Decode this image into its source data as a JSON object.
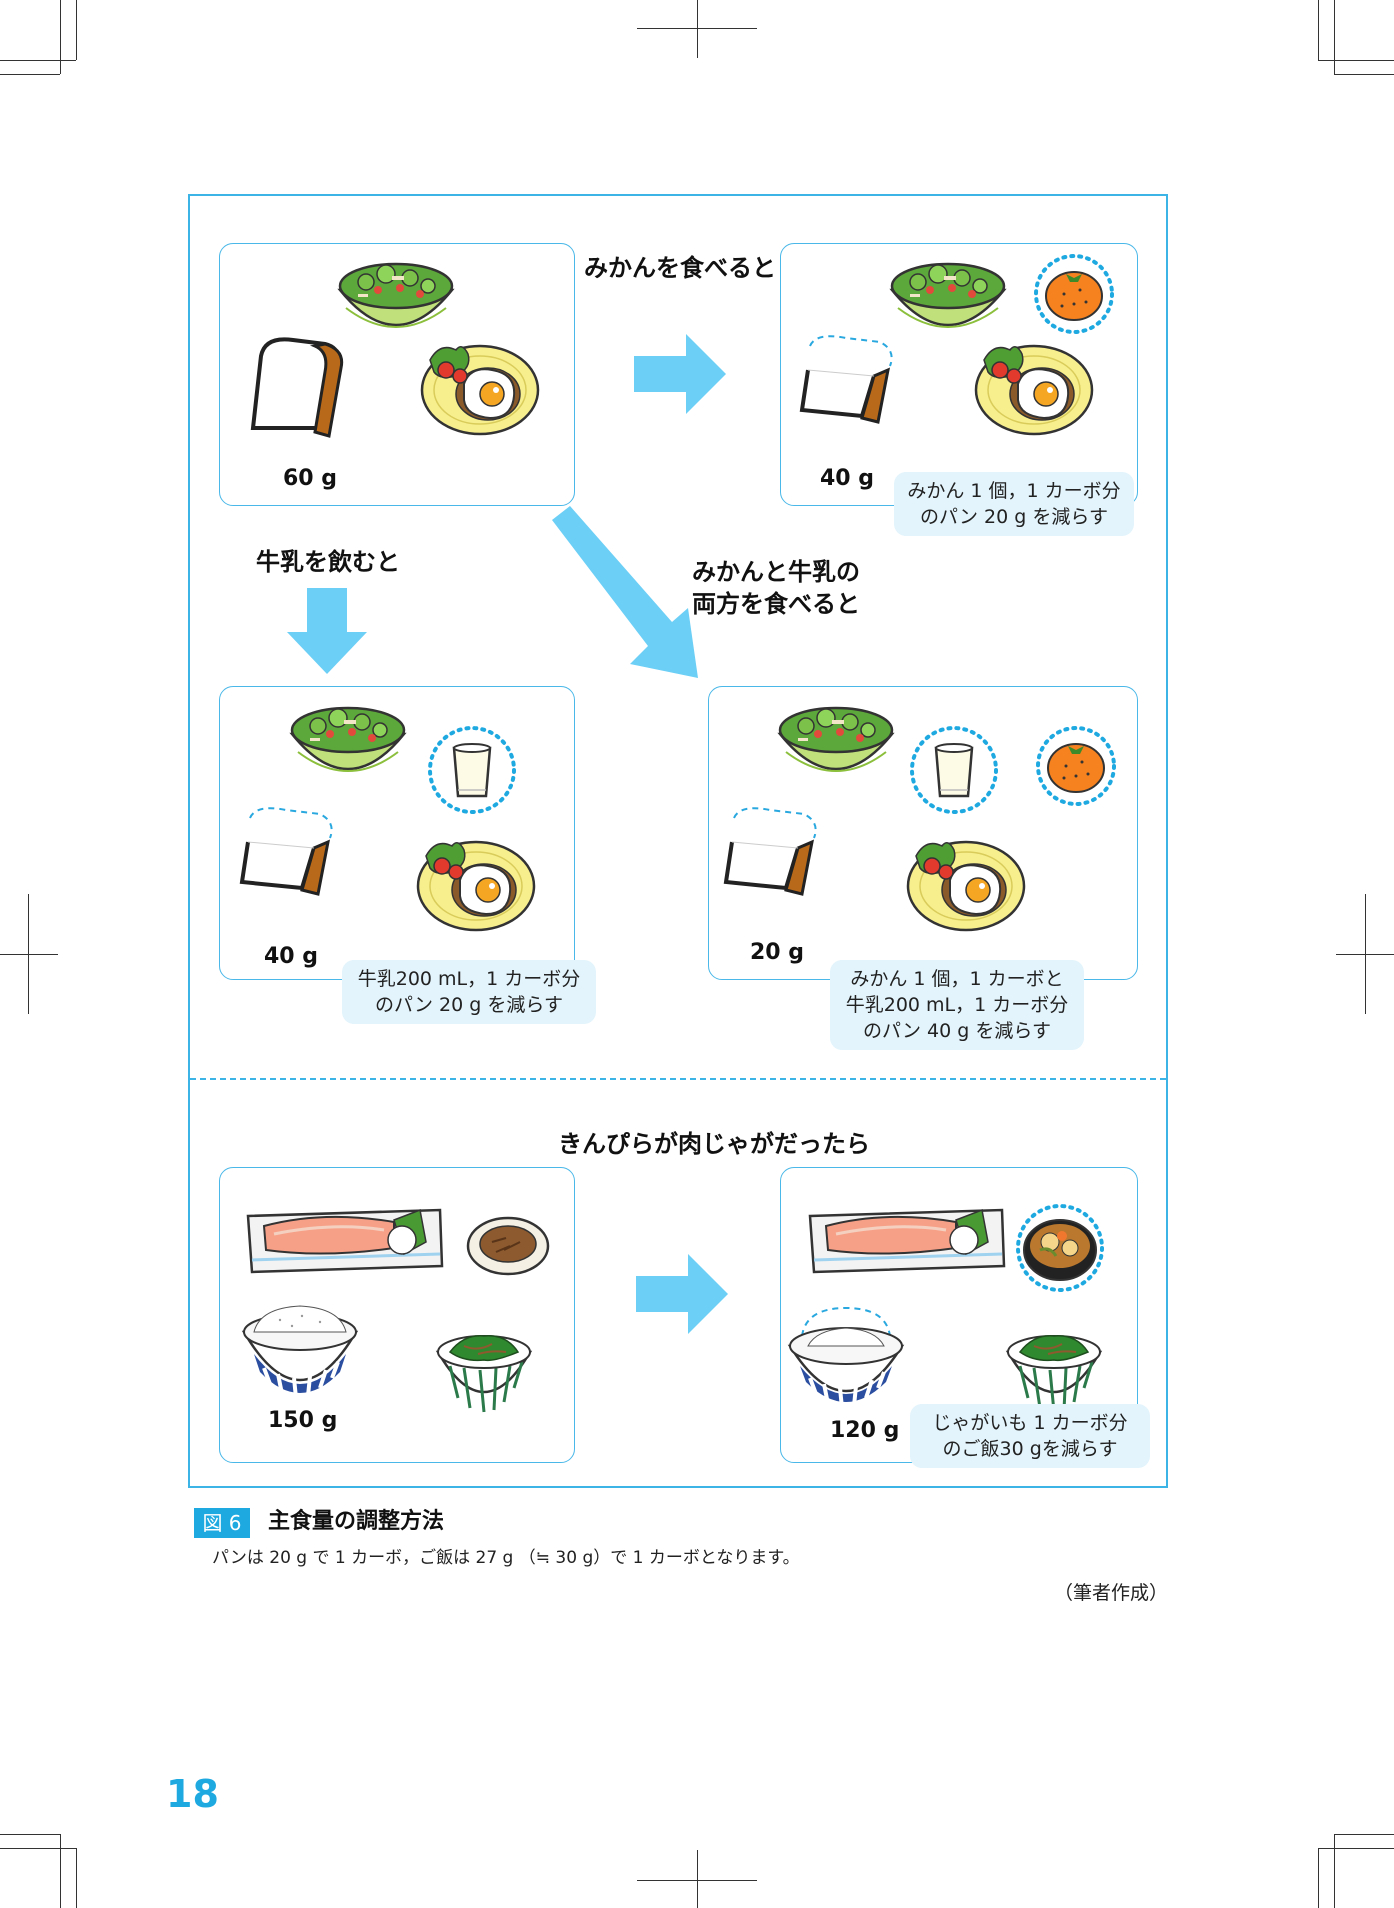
{
  "colors": {
    "frame": "#3db4e6",
    "arrow": "#6ccff6",
    "note_bg": "#e3f4fc",
    "badge": "#1fa9e1",
    "page_number": "#1fa9e1",
    "orange_ring": "#1fa9e1"
  },
  "headings": {
    "mikan": "みかんを食べると",
    "milk": "牛乳を飲むと",
    "both_line1": "みかんと牛乳の",
    "both_line2": "両方を食べると",
    "nikujaga": "きんぴらが肉じゃがだったら"
  },
  "panels": {
    "base": {
      "weight": "60 g"
    },
    "mikan": {
      "weight": "40 g",
      "note_line1": "みかん 1 個，1 カーボ分",
      "note_line2": "のパン 20 g を減らす"
    },
    "milk": {
      "weight": "40 g",
      "note_line1": "牛乳200 mL，1 カーボ分",
      "note_line2": "のパン 20 g を減らす"
    },
    "both": {
      "weight": "20 g",
      "note_line1": "みかん 1 個，1 カーボと",
      "note_line2": "牛乳200 mL，1 カーボ分",
      "note_line3": "のパン 40 g を減らす"
    },
    "rice_base": {
      "weight": "150 g"
    },
    "rice_after": {
      "weight": "120 g",
      "note_line1": "じゃがいも 1 カーボ分",
      "note_line2": "のご飯30 gを減らす"
    }
  },
  "icons": {
    "salad": "salad-bowl-icon",
    "bread": "bread-slice-icon",
    "egg": "fried-egg-plate-icon",
    "orange": "mandarin-orange-icon",
    "milk": "milk-glass-icon",
    "salmon": "grilled-salmon-plate-icon",
    "kinpira": "kinpira-bowl-icon",
    "rice": "rice-bowl-icon",
    "spinach": "spinach-bowl-icon",
    "nikujaga": "nikujaga-bowl-icon"
  },
  "caption": {
    "badge": "図 6",
    "title": "主食量の調整方法",
    "description": "パンは 20 g で 1 カーボ，ご飯は 27 g （≒ 30 g）で 1 カーボとなります。",
    "source": "（筆者作成）"
  },
  "page_number": "18"
}
